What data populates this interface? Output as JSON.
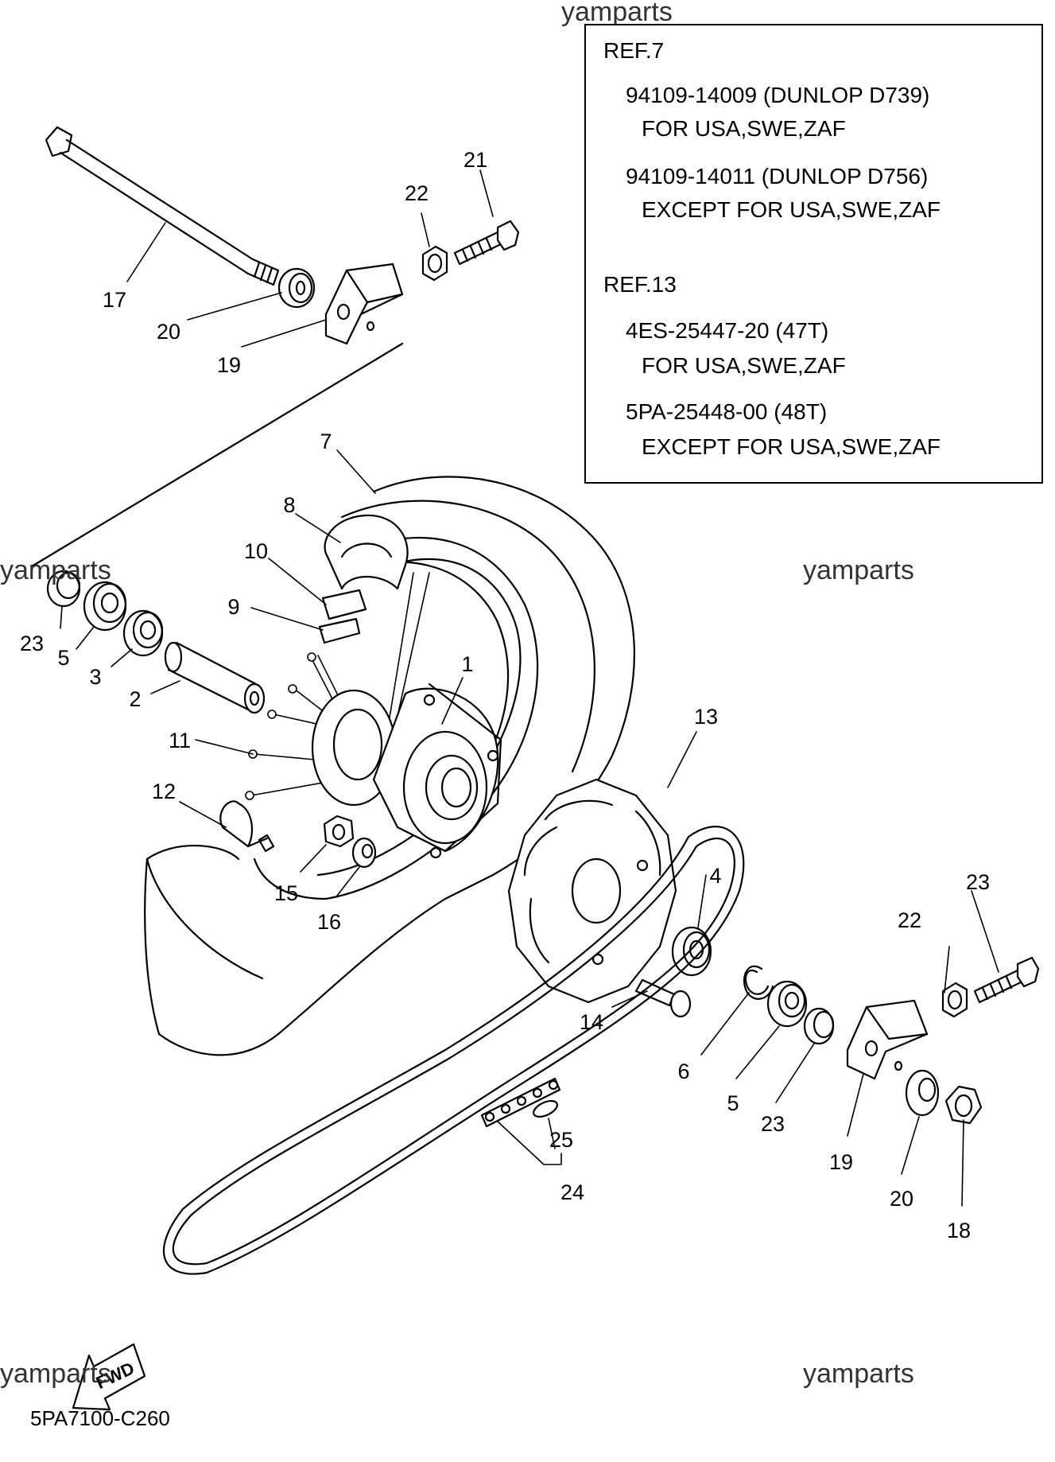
{
  "watermarks": [
    "yamparts",
    "yamparts",
    "yamparts",
    "yamparts",
    "yamparts"
  ],
  "reference_box": {
    "lines": [
      "REF.7",
      "94109-14009 (DUNLOP D739)",
      "FOR USA,SWE,ZAF",
      "94109-14011 (DUNLOP D756)",
      "EXCEPT FOR USA,SWE,ZAF",
      "REF.13",
      "4ES-25447-20 (47T)",
      "FOR USA,SWE,ZAF",
      "5PA-25448-00 (48T)",
      "EXCEPT FOR USA,SWE,ZAF"
    ]
  },
  "callouts": {
    "c1": "1",
    "c2": "2",
    "c3": "3",
    "c4": "4",
    "c5a": "5",
    "c5b": "5",
    "c6": "6",
    "c7": "7",
    "c8": "8",
    "c9": "9",
    "c10": "10",
    "c11": "11",
    "c12": "12",
    "c13": "13",
    "c14": "14",
    "c15": "15",
    "c16": "16",
    "c17": "17",
    "c18": "18",
    "c19a": "19",
    "c19b": "19",
    "c20a": "20",
    "c20b": "20",
    "c21": "21",
    "c22a": "22",
    "c22b": "22",
    "c23a": "23",
    "c23b": "23",
    "c23c": "23",
    "c24": "24",
    "c25": "25"
  },
  "fwd_label": "FWD",
  "diagram_code": "5PA7100-C260"
}
